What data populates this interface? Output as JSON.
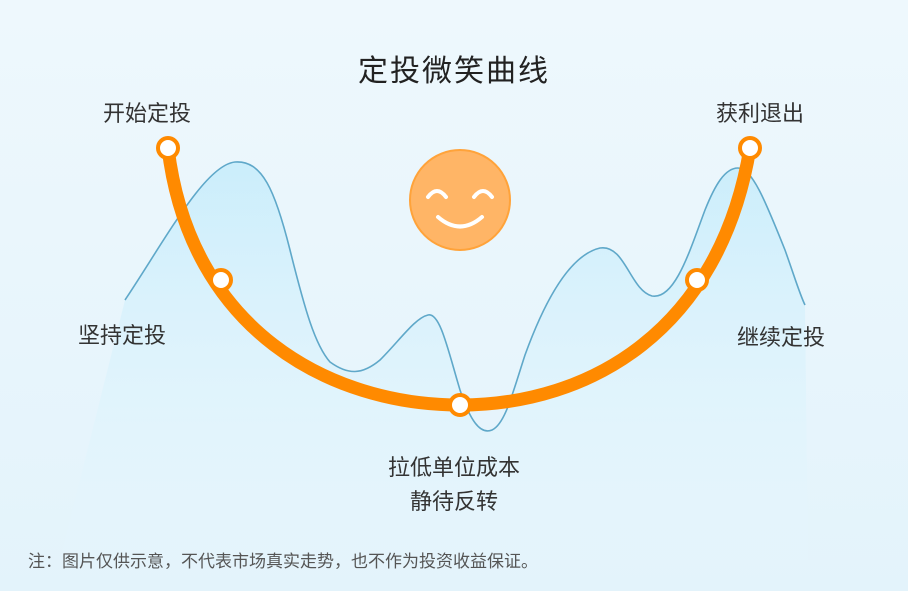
{
  "title": "定投微笑曲线",
  "labels": {
    "start": "开始定投",
    "hold": "坚持定投",
    "lower_cost_line1": "拉低单位成本",
    "lower_cost_line2": "静待反转",
    "exit": "获利退出",
    "continue": "继续定投"
  },
  "note": "注：图片仅供示意，不代表市场真实走势，也不作为投资收益保证。",
  "colors": {
    "smile_curve": "#ff8a00",
    "market_line": "#5fa8c9",
    "market_fill": "#cfeefb",
    "smiley": "#ffb566",
    "background": "#eef8fd"
  },
  "icons": {
    "smiley": "smiley-face-icon"
  }
}
